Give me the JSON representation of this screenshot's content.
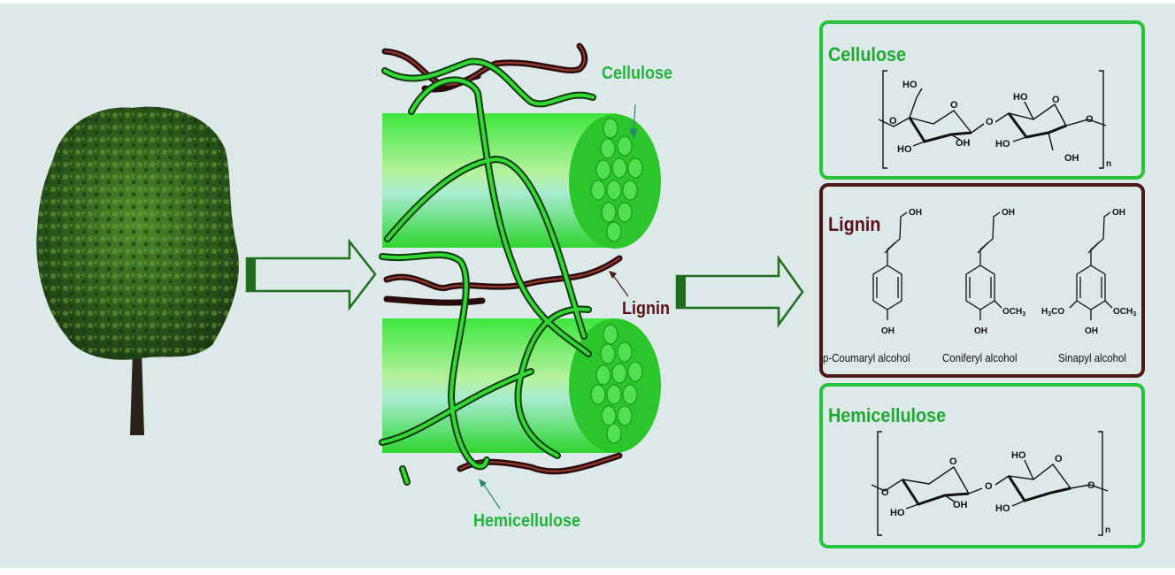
{
  "diagram": {
    "tree": {
      "label": "tree",
      "icon": "tree-icon"
    },
    "fiber_labels": {
      "cellulose": "Cellulose",
      "lignin": "Lignin",
      "hemicellulose": "Hemicellulose"
    },
    "boxes": {
      "cellulose": {
        "title": "Cellulose",
        "groups": [
          "HO",
          "O",
          "HO",
          "O",
          "O",
          "HO",
          "OH",
          "HO",
          "OH",
          "O"
        ],
        "repeat_subscript": "n"
      },
      "lignin": {
        "title": "Lignin",
        "monomers": [
          {
            "name": "p-Coumaryl alcohol",
            "substituents": [
              "OH",
              "OH"
            ]
          },
          {
            "name": "Coniferyl alcohol",
            "substituents": [
              "OH",
              "OCH3",
              "OH"
            ]
          },
          {
            "name": "Sinapyl alcohol",
            "substituents": [
              "OH",
              "H3CO",
              "OCH3",
              "OH"
            ]
          }
        ]
      },
      "hemicellulose": {
        "title": "Hemicellulose",
        "groups": [
          "O",
          "O",
          "HO",
          "OH",
          "O",
          "HO",
          "O",
          "HO",
          "O"
        ],
        "repeat_subscript": "n"
      }
    },
    "colors": {
      "background": "#dde8e8",
      "cellulose_green": "#28c23c",
      "lignin_brown": "#4a1818",
      "arrow_green": "#1e6e1e"
    }
  }
}
